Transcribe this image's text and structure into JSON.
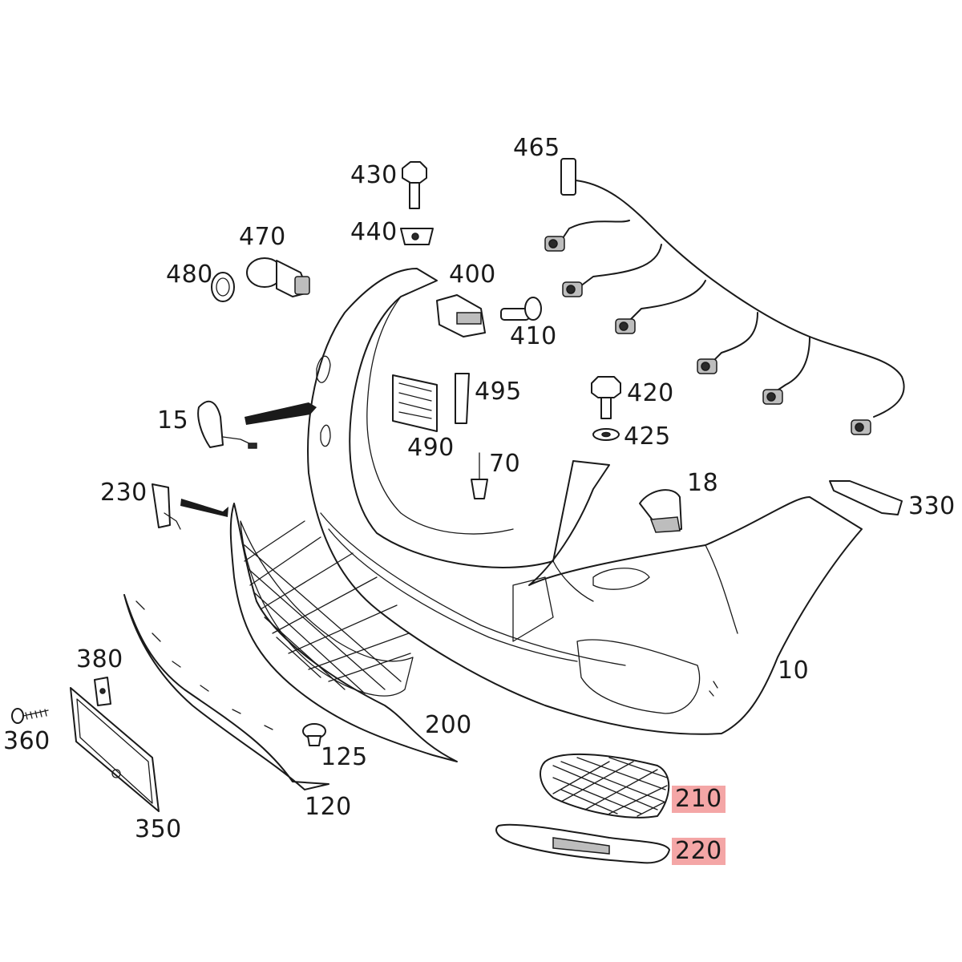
{
  "colors": {
    "line": "#1a1a1a",
    "highlight": "#f4a6a6",
    "background": "#ffffff"
  },
  "callouts": {
    "c465": "465",
    "c430": "430",
    "c440": "440",
    "c470": "470",
    "c480": "480",
    "c400": "400",
    "c410": "410",
    "c495": "495",
    "c490": "490",
    "c420": "420",
    "c425": "425",
    "c15": "15",
    "c70": "70",
    "c18": "18",
    "c230": "230",
    "c330": "330",
    "c380": "380",
    "c10": "10",
    "c360": "360",
    "c200": "200",
    "c125": "125",
    "c120": "120",
    "c350": "350",
    "c210": "210",
    "c220": "220"
  },
  "highlighted_callouts": [
    "210",
    "220"
  ]
}
